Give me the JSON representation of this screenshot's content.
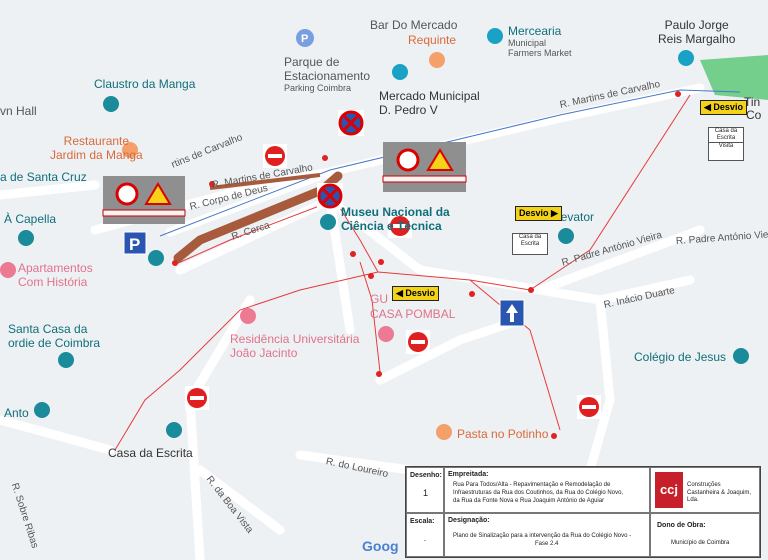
{
  "pois": {
    "bar_mercado": "Bar Do Mercado",
    "requinte": "Requinte",
    "mercearia": "Mercearia",
    "mercearia_sub1": "Municipal",
    "mercearia_sub2": "Farmers Market",
    "paulo_jorge": "Paulo Jorge",
    "reis_margalho": "Reis Margalho",
    "parque": "Parque de",
    "estacionamento": "Estacionamento",
    "parking": "Parking Coimbra",
    "mercado_municipal": "Mercado Municipal",
    "d_pedro": "D. Pedro V",
    "claustro": "Claustro da Manga",
    "town_hall": "vn Hall",
    "restaurante": "Restaurante",
    "jardim_manga": "Jardim da Manga",
    "santa_cruz": "a de Santa Cruz",
    "capella": "À Capella",
    "apartamentos": "Apartamentos",
    "com_historia": "Com História",
    "museu": "Museu Nacional da",
    "ciencia": "Ciência e Técnica",
    "guest": "GU",
    "casa_pombal": "CASA POMBAL",
    "residencia": "Residência Universitária",
    "joao_jacinto": "João Jacinto",
    "santa_casa": "Santa Casa da",
    "ordie": "ordie de Coimbra",
    "anto": "Anto",
    "casa_escrita": "Casa da Escrita",
    "pasta": "Pasta no Potinho",
    "colegio": "Colégio de Jesus",
    "elevator": "ntuc Elevator",
    "tin": "Tin",
    "co": "Co"
  },
  "streets": {
    "martins_top": "R. Martins de Carvalho",
    "martins_mid": "R. Martins de Carvalho",
    "corpo_deus": "R. Corpo de Deus",
    "carvalho_frag": "rtins de Carvalho",
    "cerca": "R. Cerca",
    "padre_antonio": "R. Padre António Vieira",
    "padre_antonio_right": "R. Padre António Vie",
    "inacio_duarte": "R. Inácio Duarte",
    "loureiro": "R. do Loureiro",
    "boa_vista": "R. da Boa Vista",
    "sobre_ribas": "R. Sobre Ribas"
  },
  "signs": {
    "desvio_1": "Desvio",
    "desvio_2": "Desvio",
    "desvio_3": "Desvio",
    "plaque_casa": "Casa da",
    "plaque_escrita": "Escrita",
    "plaque_visita": "Visita"
  },
  "titleblock": {
    "desenho_label": "Desenho:",
    "desenho_value": "1",
    "empreitada_label": "Empreitada:",
    "empreitada_l1": "Rua Para Todos/Alta - Repavimentação e Remodelação de",
    "empreitada_l2": "Infraestruturas da Rua dos Coutinhos, da Rua do Colégio Novo,",
    "empreitada_l3": "da Rua da Fonte Nova e Rua Joaquim António de Aguiar",
    "escala_label": "Escala:",
    "escala_value": "-",
    "designacao_label": "Designação:",
    "designacao_l1": "Plano de Sinalização para a intervenção da Rua do Colégio Novo -",
    "designacao_l2": "Fase 2.4",
    "logo": "ccj",
    "company_l1": "Construções",
    "company_l2": "Castanheira & Joaquim, Lda.",
    "dono_label": "Dono de Obra:",
    "dono_value": "Município de Coimbra"
  },
  "google": "Goog"
}
